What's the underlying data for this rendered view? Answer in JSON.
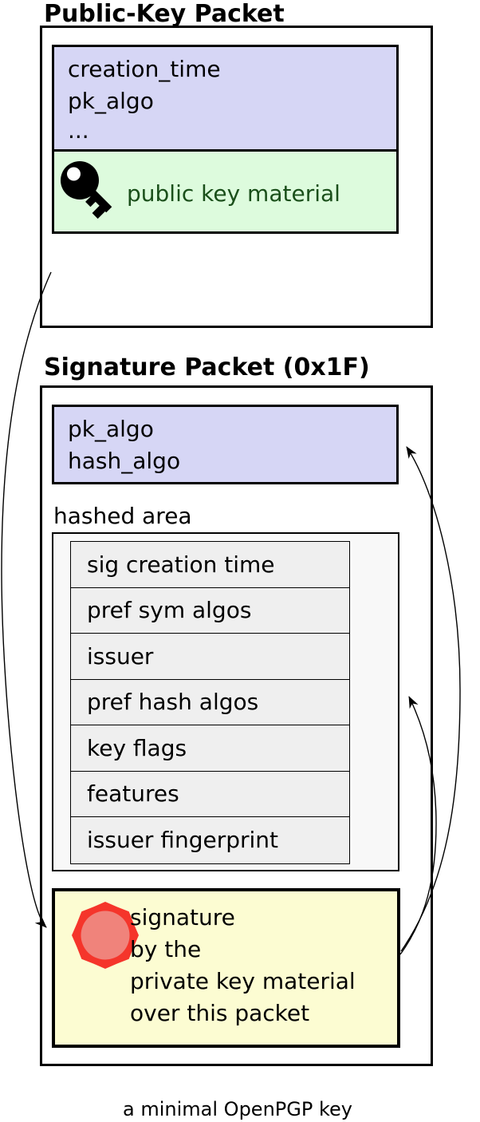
{
  "pubkey_packet": {
    "title": "Public-Key Packet",
    "header_fields": [
      "creation_time",
      "pk_algo",
      "..."
    ],
    "material_label": "public key material",
    "key_icon": "key-icon"
  },
  "signature_packet": {
    "title": "Signature Packet (0x1F)",
    "header_fields": [
      "pk_algo",
      "hash_algo"
    ],
    "hashed_area_label": "hashed area",
    "subpackets": [
      "sig creation time",
      "pref sym algos",
      "issuer",
      "pref hash algos",
      "key flags",
      "features",
      "issuer fingerprint"
    ],
    "signature_lines": [
      "signature",
      "by the",
      "private key material",
      "over this packet"
    ],
    "seal_icon": "seal-icon"
  },
  "caption": "a minimal OpenPGP key",
  "colors": {
    "header_lavender": "#d6d6f5",
    "material_green": "#ddfbdd",
    "material_text_green": "#1a4f1a",
    "signature_yellow": "#fcfcd2",
    "subpacket_gray": "#efefef",
    "hashed_area_bg": "#f8f8f8",
    "seal_ring_red": "#f5352b",
    "seal_inner_red": "#f0837b",
    "line_black": "#000000"
  }
}
